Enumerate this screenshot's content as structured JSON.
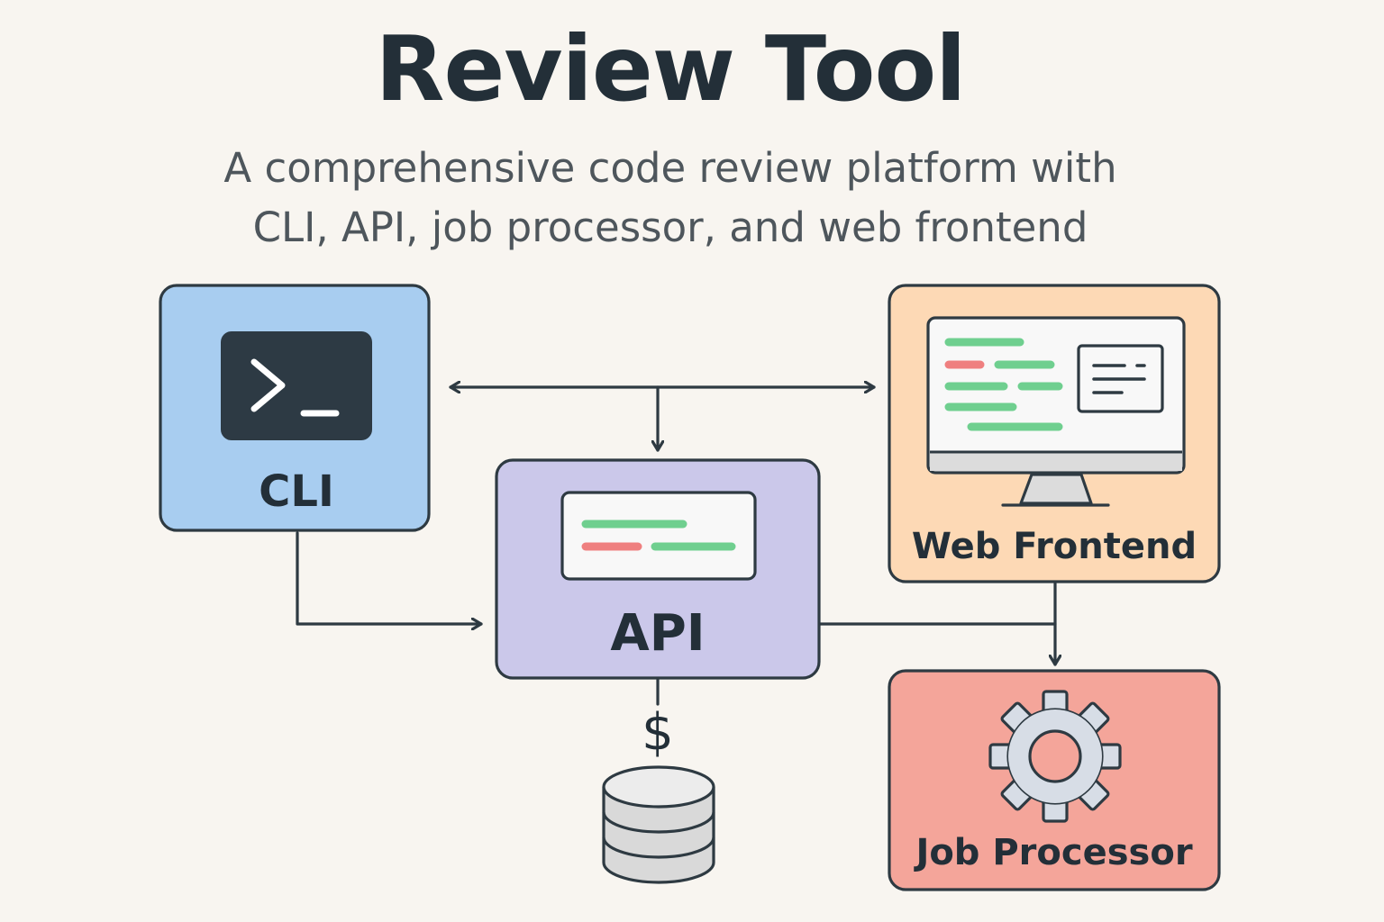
{
  "title": "Review Tool",
  "subtitle": {
    "line1": "A comprehensive code review platform with",
    "line2": "CLI, API, job processor, and web frontend"
  },
  "components": {
    "cli": {
      "label": "CLI",
      "icon": "terminal-icon",
      "color": "#a8cdf0"
    },
    "api": {
      "label": "API",
      "icon": "code-panel-icon",
      "color": "#cbc8ea"
    },
    "web": {
      "label": "Web Frontend",
      "icon": "monitor-icon",
      "color": "#fdd9b5"
    },
    "job": {
      "label": "Job Processor",
      "icon": "gear-icon",
      "color": "#f4a59a"
    },
    "db": {
      "label": "",
      "icon": "database-icon"
    }
  },
  "connector_glyph": "$",
  "colors": {
    "stroke": "#2e3a42",
    "code_green": "#6fcf8f",
    "code_red": "#ef7f7f",
    "background": "#f8f5f0"
  }
}
